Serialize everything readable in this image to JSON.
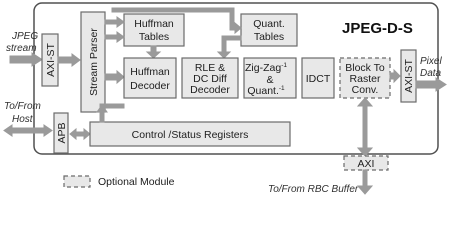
{
  "diagram": {
    "title": "JPEG-D-S",
    "external": {
      "jpeg_stream": [
        "JPEG",
        "stream"
      ],
      "pixel_data": [
        "Pixel",
        "Data"
      ],
      "host": [
        "To/From",
        "Host"
      ],
      "rbc_buffer": "To/From RBC Buffer"
    },
    "blocks": {
      "axi_st_in": "AXI-ST",
      "stream_parser": "Stream Parser",
      "huffman_tables": [
        "Huffman",
        "Tables"
      ],
      "quant_tables": [
        "Quant.",
        "Tables"
      ],
      "huffman_decoder": [
        "Huffman",
        "Decoder"
      ],
      "rle_dc": [
        "RLE  &",
        "DC Diff",
        "Decoder"
      ],
      "zigzag": {
        "line1": "Zig-Zag",
        "sup1": "-1",
        "line2": "&",
        "line3": "Quant.",
        "sup3": "-1"
      },
      "idct": "IDCT",
      "block_to_raster": [
        "Block To",
        "Raster",
        "Conv."
      ],
      "axi_st_out": "AXI-ST",
      "apb": "APB",
      "control_status": "Control /Status Registers",
      "axi": "AXI"
    },
    "legend": {
      "optional_module": "Optional Module"
    }
  }
}
